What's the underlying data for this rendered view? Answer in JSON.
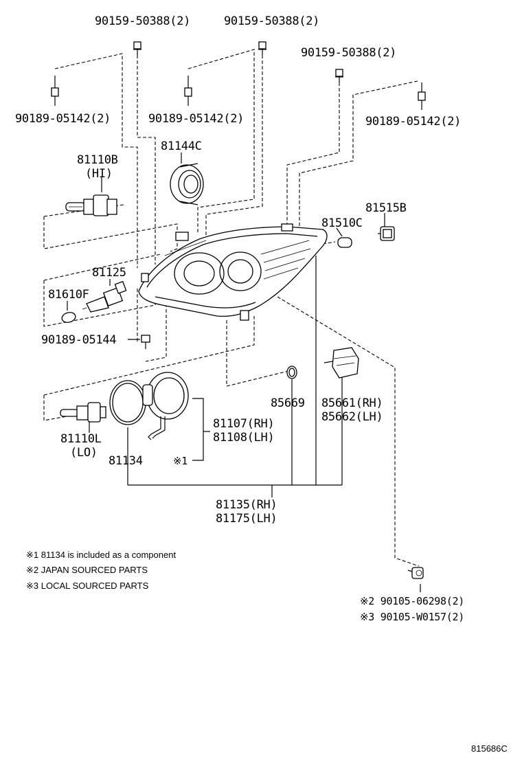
{
  "labels": {
    "bolt_top_left": "90159-50388(2)",
    "bolt_top_mid": "90159-50388(2)",
    "bolt_top_right": "90159-50388(2)",
    "screw_left": "90189-05142(2)",
    "screw_mid": "90189-05142(2)",
    "screw_right": "90189-05142(2)",
    "bulb_hi_pn": "81110B",
    "bulb_hi_tag": "(HI)",
    "cap_pn": "81144C",
    "socket_pn": "81125",
    "side_bulb_pn": "81610F",
    "screw_lower": "90189-05144",
    "front_socket_pn": "81510C",
    "front_bulb_pn": "81515B",
    "oring_pn": "85669",
    "actuator_rh": "85661(RH)",
    "actuator_lh": "85662(LH)",
    "ballast_rh": "81107(RH)",
    "ballast_lh": "81108(LH)",
    "ballast_note_ref": "※1",
    "bulb_lo_pn": "81110L",
    "bulb_lo_tag": "(LO)",
    "gasket_pn": "81134",
    "assy_rh": "81135(RH)",
    "assy_lh": "81175(LH)",
    "bottom_screw_jp": "※2 90105-06298(2)",
    "bottom_screw_local": "※3 90105-W0157(2)"
  },
  "notes": [
    "※1  81134 is included as a component",
    "※2 JAPAN SOURCED PARTS",
    "※3 LOCAL SOURCED PARTS"
  ],
  "diagram_code": "815686C"
}
